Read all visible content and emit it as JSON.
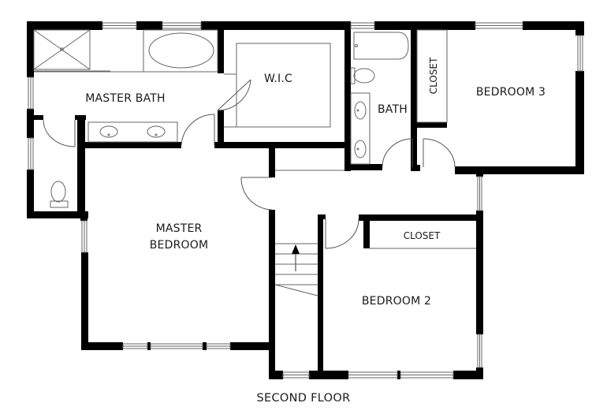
{
  "plan": {
    "title": "SECOND FLOOR",
    "rooms": {
      "master_bath": "MASTER BATH",
      "wic": "W.I.C",
      "bath": "BATH",
      "closet_bed3": "CLOSET",
      "bedroom3": "BEDROOM 3",
      "master_bedroom_line1": "MASTER",
      "master_bedroom_line2": "BEDROOM",
      "closet_bed2": "CLOSET",
      "bedroom2": "BEDROOM 2"
    },
    "stair_direction": "up",
    "colors": {
      "wall": "#000000",
      "fixture_line": "#666666",
      "background": "#ffffff"
    }
  }
}
